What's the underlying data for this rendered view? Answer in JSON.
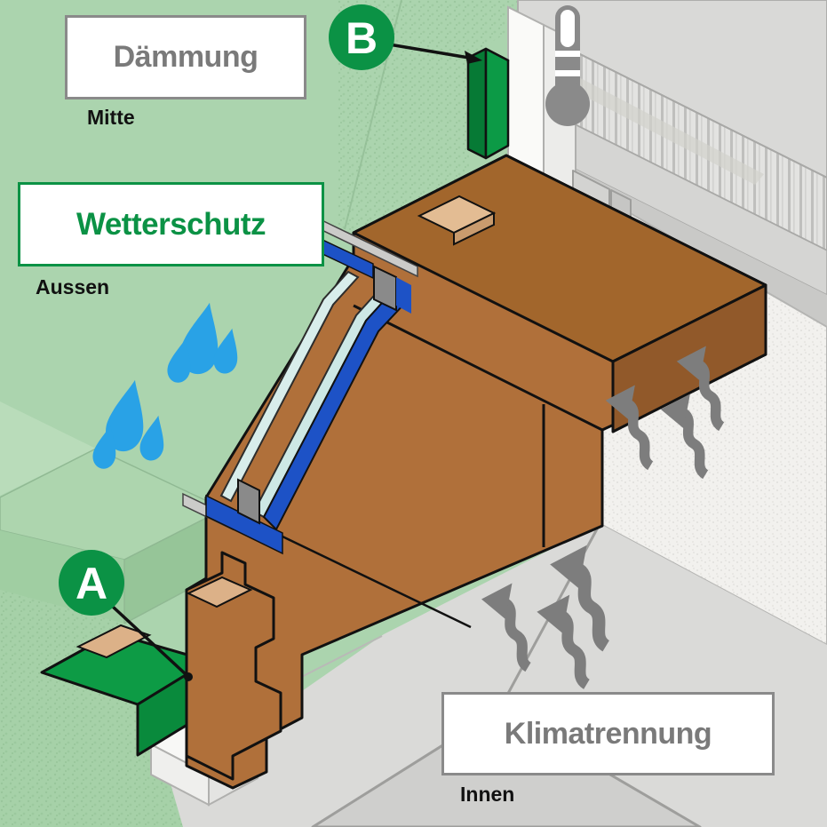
{
  "diagram": {
    "labels": {
      "daemmung": {
        "title": "Dämmung",
        "zone": "Mitte"
      },
      "wetterschutz": {
        "title": "Wetterschutz",
        "zone": "Aussen"
      },
      "klimatrennung": {
        "title": "Klimatrennung",
        "zone": "Innen"
      }
    },
    "markers": {
      "a": {
        "letter": "A"
      },
      "b": {
        "letter": "B"
      }
    },
    "icons": [
      "thermometer-icon",
      "water-drop-icon",
      "heat-flow-arrow-icon",
      "marker-a-badge",
      "marker-b-badge"
    ],
    "colors": {
      "accent_green": "#0b9245",
      "label_gray": "#7a7a7a",
      "drop_blue": "#29a2e6",
      "seal_blue": "#1d52c6",
      "frame_brown": "#b0703a",
      "background_green": "#abd4ae",
      "interior_gray": "#dadad8"
    }
  }
}
